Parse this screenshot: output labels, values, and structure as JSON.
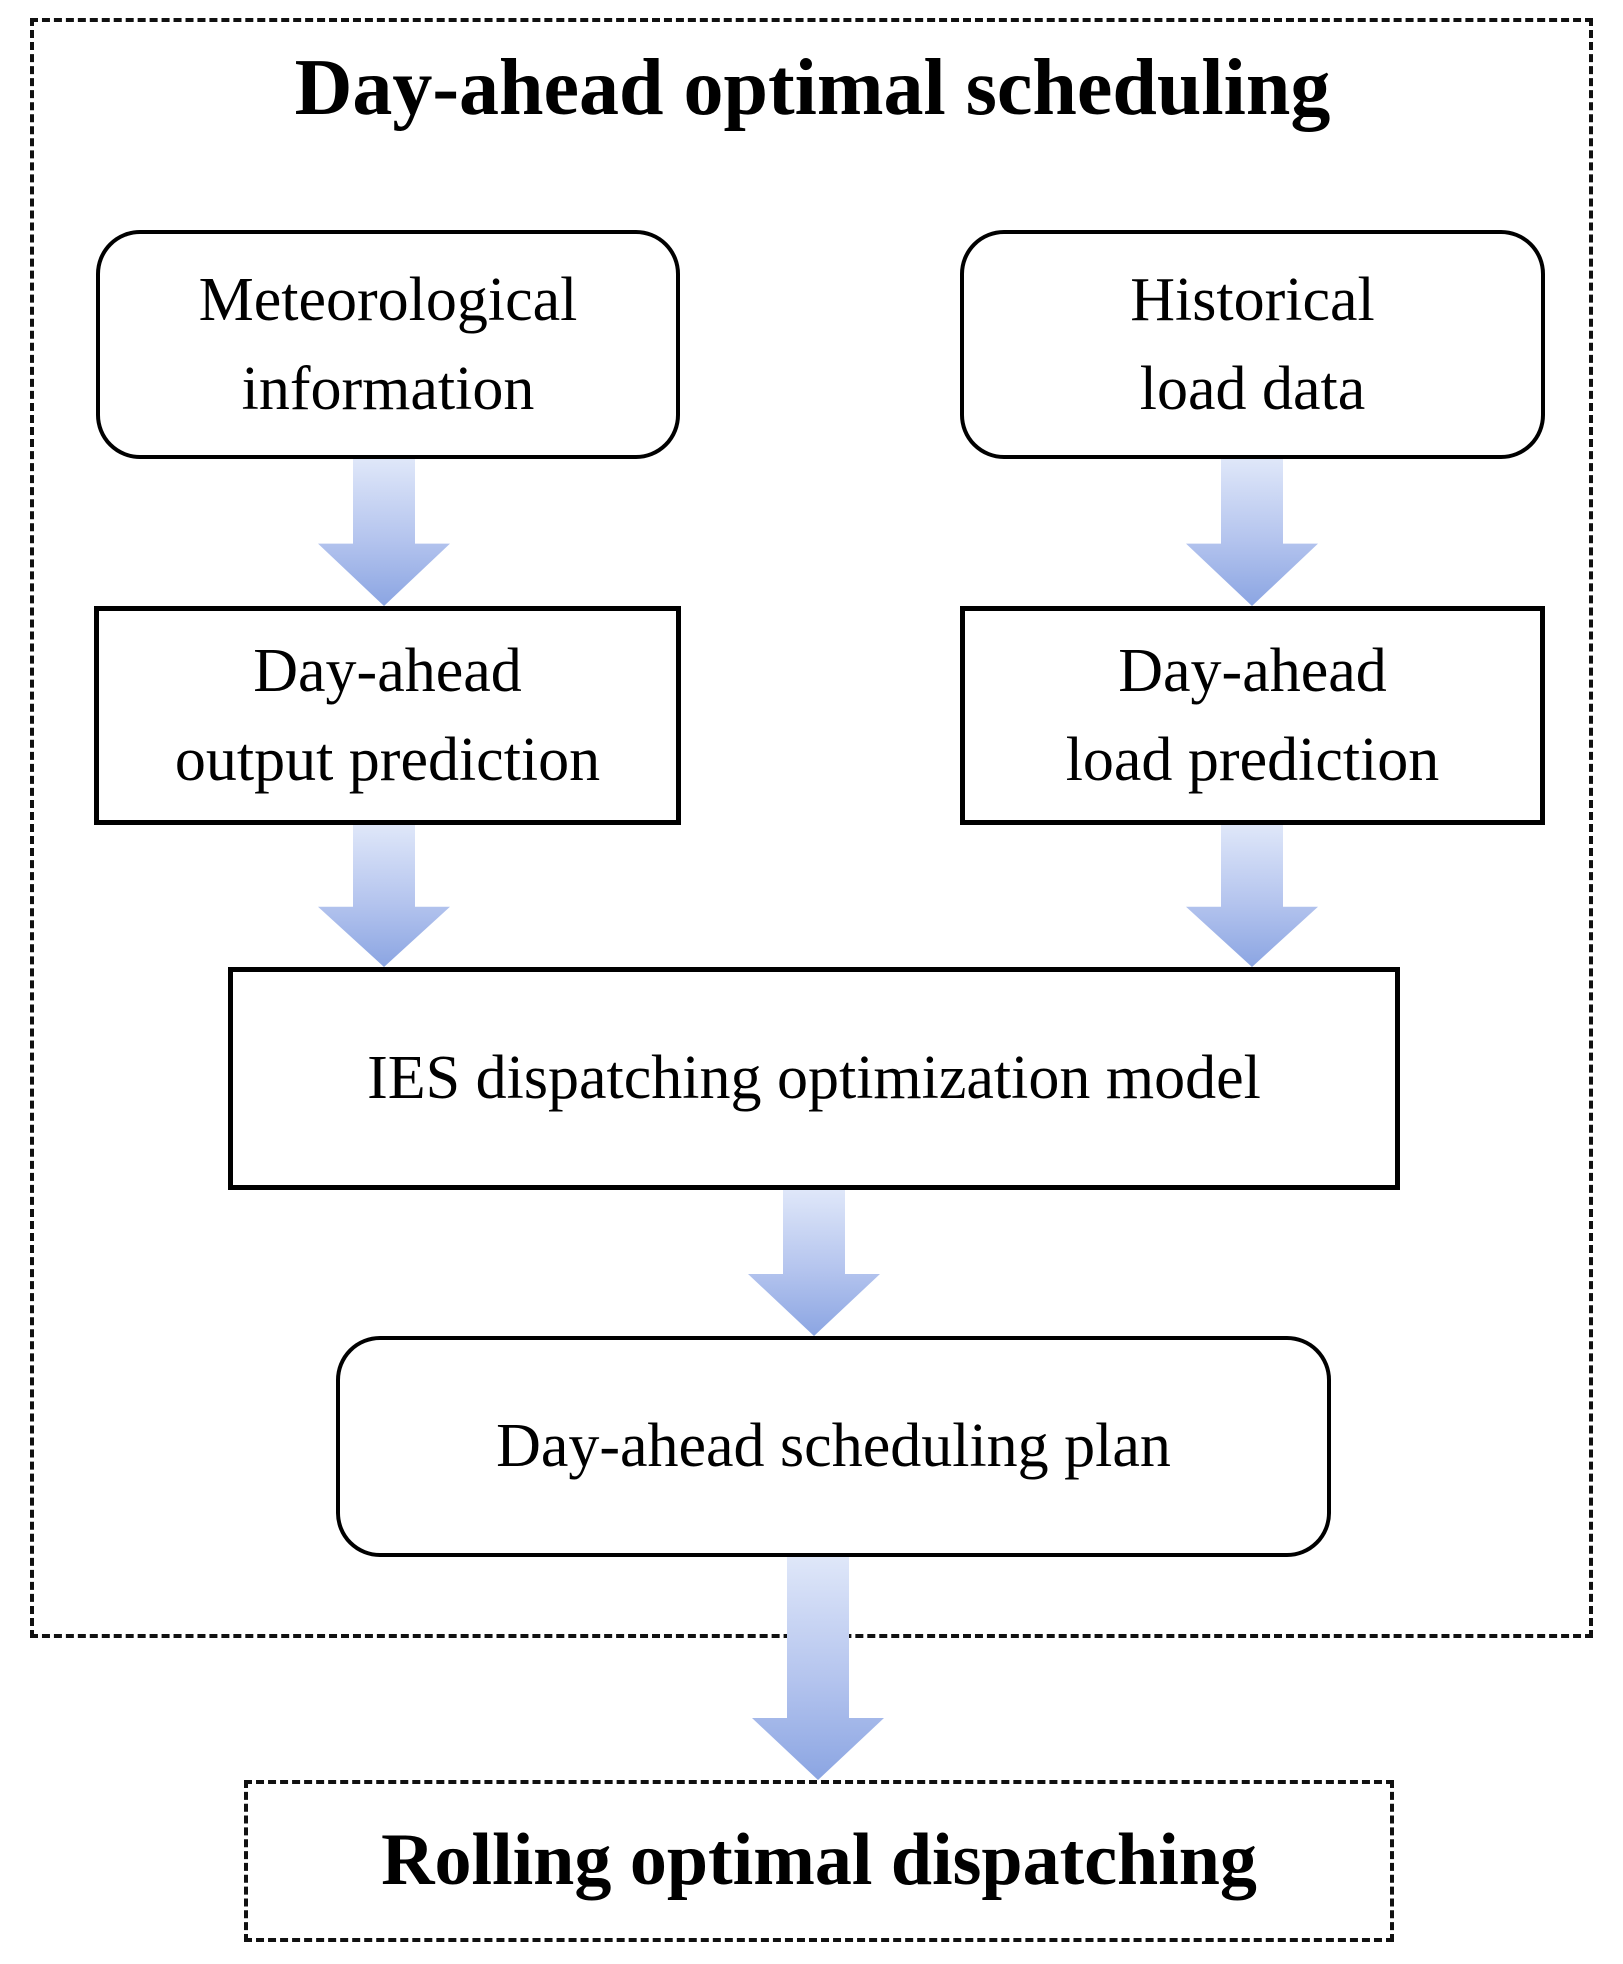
{
  "diagram": {
    "title": "Day-ahead optimal scheduling",
    "nodes": {
      "meteorological": {
        "line1": "Meteorological",
        "line2": "information"
      },
      "historical": {
        "line1": "Historical",
        "line2": "load data"
      },
      "output_prediction": {
        "line1": "Day-ahead",
        "line2": "output prediction"
      },
      "load_prediction": {
        "line1": "Day-ahead",
        "line2": "load prediction"
      },
      "ies_model": {
        "label": "IES dispatching optimization model"
      },
      "scheduling_plan": {
        "label": "Day-ahead scheduling plan"
      },
      "rolling_dispatch": {
        "label": "Rolling optimal dispatching"
      }
    },
    "edges": [
      {
        "from": "meteorological",
        "to": "output_prediction"
      },
      {
        "from": "historical",
        "to": "load_prediction"
      },
      {
        "from": "output_prediction",
        "to": "ies_model"
      },
      {
        "from": "load_prediction",
        "to": "ies_model"
      },
      {
        "from": "ies_model",
        "to": "scheduling_plan"
      },
      {
        "from": "scheduling_plan",
        "to": "rolling_dispatch"
      }
    ],
    "arrows": {
      "icon": "down-arrow-icon",
      "direction": "down",
      "gradient_top": "#dfe7f9",
      "gradient_mid": "#b4c4ee",
      "gradient_bottom": "#8ba5e2"
    },
    "colors": {
      "border": "#000000",
      "background": "#ffffff",
      "text": "#000000"
    }
  }
}
